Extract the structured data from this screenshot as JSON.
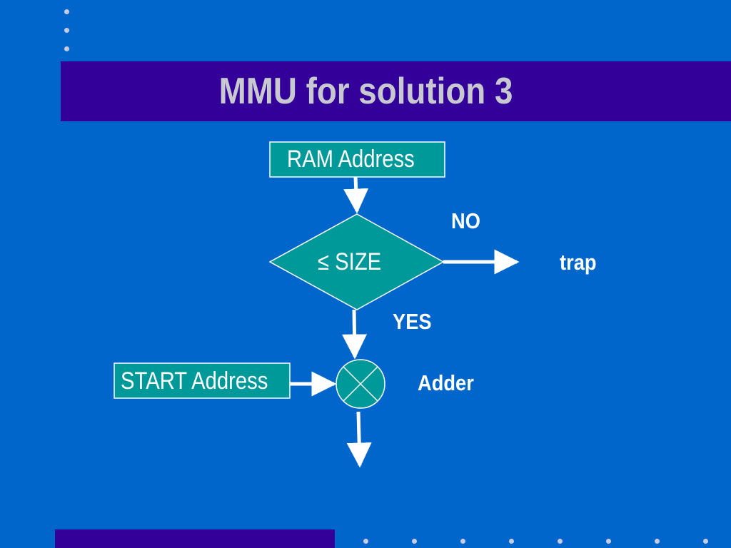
{
  "slide": {
    "title": "MMU for solution 3"
  },
  "diagram": {
    "ram_address": "RAM Address",
    "decision": "≤  SIZE",
    "no_label": "NO",
    "trap_label": "trap",
    "yes_label": "YES",
    "start_address": "START Address",
    "adder_label": "Adder"
  },
  "colors": {
    "background": "#0066CC",
    "title_bar": "#330099",
    "node_fill": "#009999",
    "title_text": "#C8C8D0",
    "dots": "#C8CCE0"
  },
  "icons": {
    "adder": "multiply-cross-icon"
  }
}
